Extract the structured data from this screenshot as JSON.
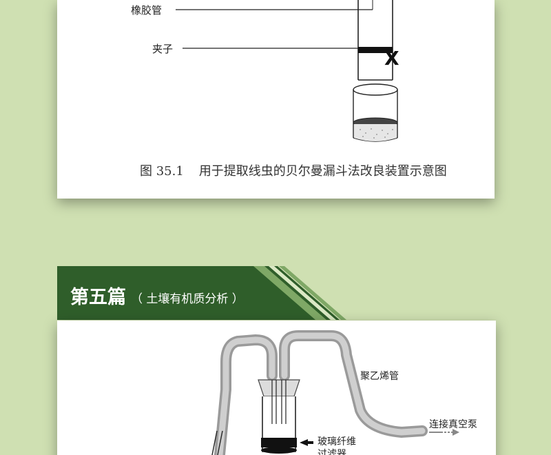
{
  "figure1": {
    "labels": {
      "rubber_tube": "橡胶管",
      "clamp": "夹子"
    },
    "caption_number": "图 35.1",
    "caption_text": "用于提取线虫的贝尔曼漏斗法改良装置示意图"
  },
  "section": {
    "title": "第五篇",
    "subtitle": "（ 土壤有机质分析 ）"
  },
  "figure2": {
    "labels": {
      "tube": "聚乙烯管",
      "pump": "连接真空泵",
      "filter_line1": "玻璃纤维",
      "filter_line2": "过滤器"
    }
  },
  "colors": {
    "background": "#cfe0b2",
    "banner": "#2f5e2a",
    "banner_stripe": "#6f9b5a",
    "card": "#ffffff"
  }
}
